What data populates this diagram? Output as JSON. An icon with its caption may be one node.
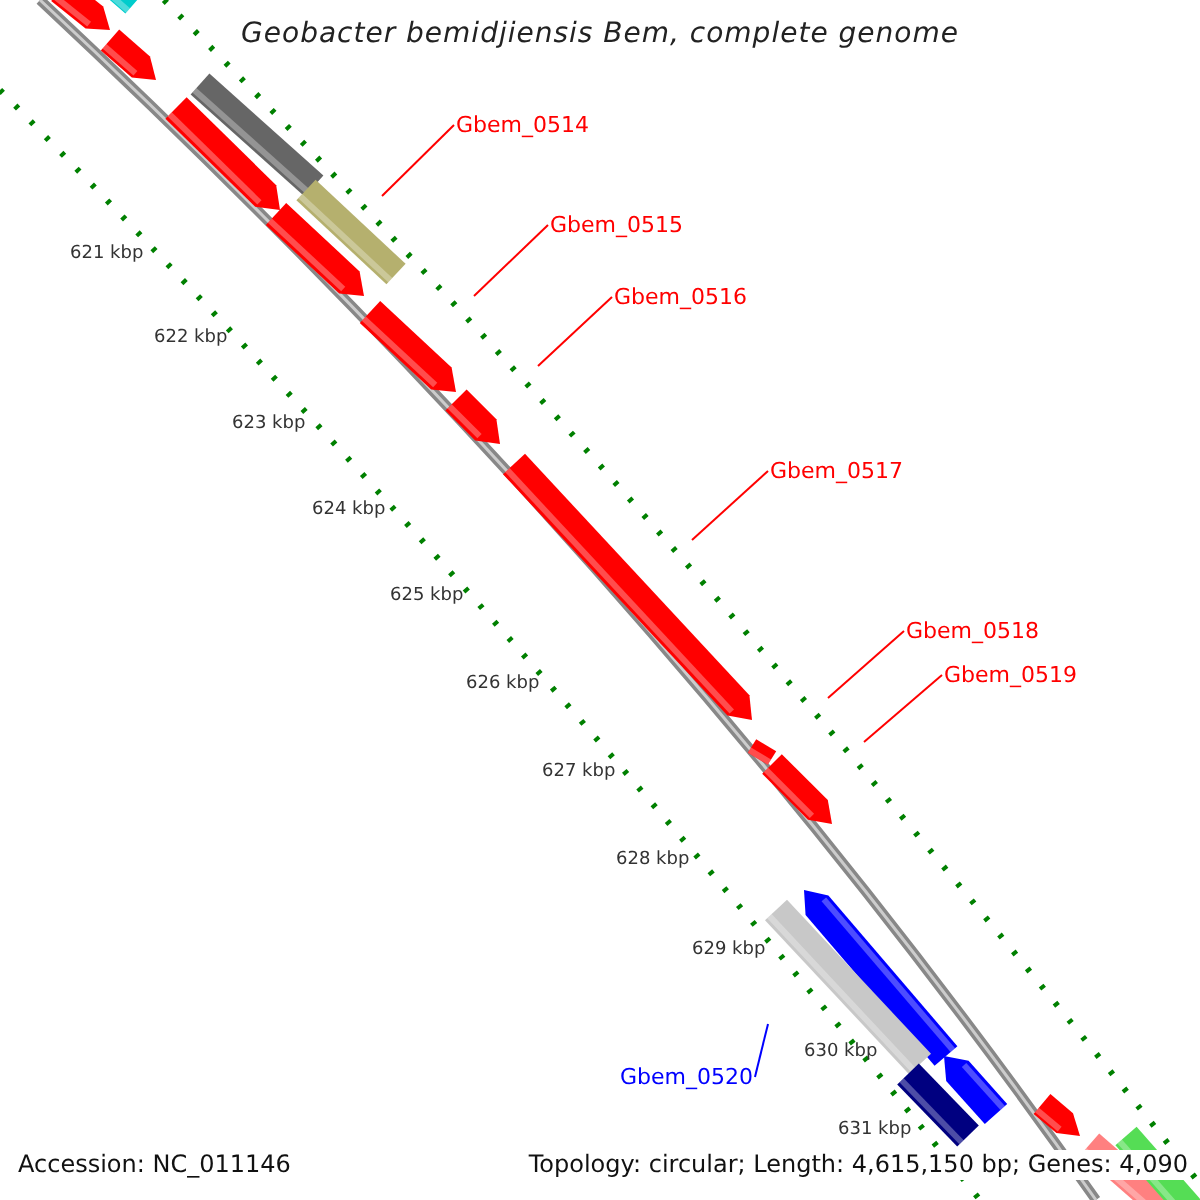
{
  "diagram": {
    "title": "Geobacter bemidjiensis Bem, complete genome",
    "nodes": [
      {
        "text": [
          "Gbem_0514"
        ]
      },
      {
        "text": [
          "Gbem_0515"
        ]
      },
      {
        "text": [
          "Gbem_0516"
        ]
      },
      {
        "text": [
          "Gbem_0517"
        ]
      },
      {
        "text": [
          "Gbem_0518"
        ]
      },
      {
        "text": [
          "Gbem_0519"
        ]
      },
      {
        "text": [
          "Gbem_0520"
        ]
      }
    ],
    "edges": [
      {
        "from": 0,
        "to": null,
        "arrow": "none"
      },
      {
        "from": 1,
        "to": null,
        "arrow": "none"
      },
      {
        "from": 2,
        "to": null,
        "arrow": "none"
      },
      {
        "from": 3,
        "to": null,
        "arrow": "none"
      },
      {
        "from": 4,
        "to": null,
        "arrow": "none"
      },
      {
        "from": 5,
        "to": null,
        "arrow": "none"
      },
      {
        "from": 6,
        "to": null,
        "arrow": "none",
        "color": "#0000ff"
      }
    ],
    "labels": [
      "621 kbp",
      "622 kbp",
      "623 kbp",
      "624 kbp",
      "625 kbp",
      "626 kbp",
      "627 kbp",
      "628 kbp",
      "629 kbp",
      "630 kbp",
      "631 kbp",
      "Accession: NC_011146",
      "Topology: circular; Length: 4,615,150 bp; Genes: 4,090"
    ]
  }
}
